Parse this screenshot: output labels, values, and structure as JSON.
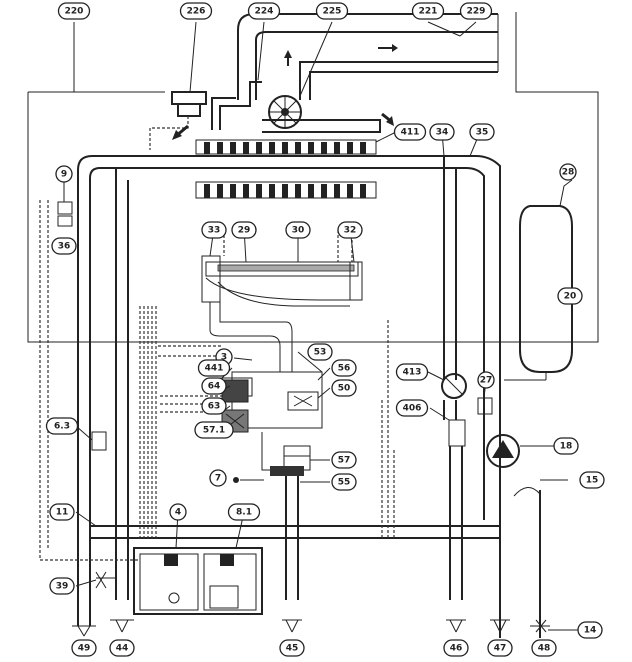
{
  "labels": {
    "l220": "220",
    "l226": "226",
    "l224": "224",
    "l225": "225",
    "l221": "221",
    "l229": "229",
    "l411": "411",
    "l34": "34",
    "l35": "35",
    "l9": "9",
    "l36": "36",
    "l33": "33",
    "l29": "29",
    "l30": "30",
    "l32": "32",
    "l28": "28",
    "l20": "20",
    "l3": "3",
    "l53": "53",
    "l441": "441",
    "l56": "56",
    "l64": "64",
    "l50": "50",
    "l63": "63",
    "l57_1": "57.1",
    "l57": "57",
    "l7": "7",
    "l55": "55",
    "l413": "413",
    "l27": "27",
    "l406": "406",
    "l18": "18",
    "l15": "15",
    "l6_3": "6.3",
    "l11": "11",
    "l4": "4",
    "l8_1": "8.1",
    "l39": "39",
    "l49": "49",
    "l44": "44",
    "l45": "45",
    "l46": "46",
    "l47": "47",
    "l48": "48",
    "l14": "14"
  },
  "colors": {
    "line": "#222222",
    "background": "#ffffff",
    "fill_gray": "#cccccc"
  }
}
